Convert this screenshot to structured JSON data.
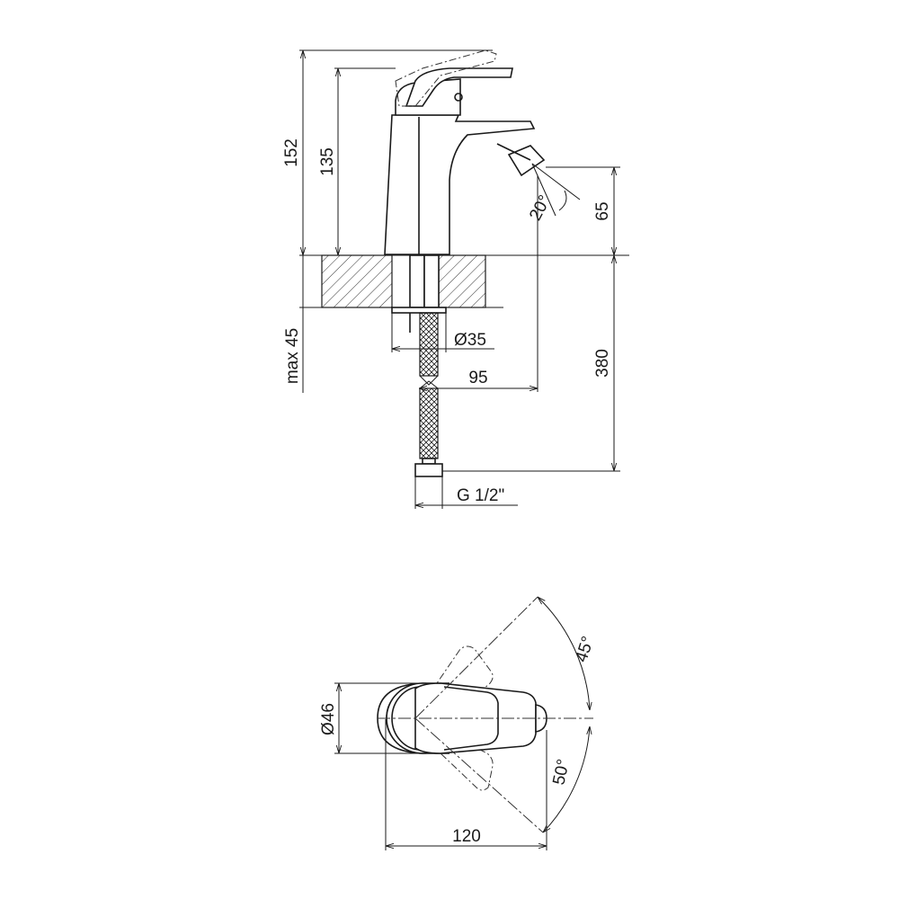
{
  "dimensions": {
    "height_total": "152",
    "height_body": "135",
    "spout_height": "65",
    "spray_angle": "20°",
    "deck_thickness": "max 45",
    "hole_diameter": "Ø35",
    "spout_reach": "95",
    "hose_length": "380",
    "connection_thread": "G 1/2\"",
    "base_diameter": "Ø46",
    "lever_angle_top": "45°",
    "lever_angle_bottom": "50°",
    "overall_length": "120"
  },
  "colors": {
    "line": "#1a1a1a",
    "background": "#ffffff"
  }
}
